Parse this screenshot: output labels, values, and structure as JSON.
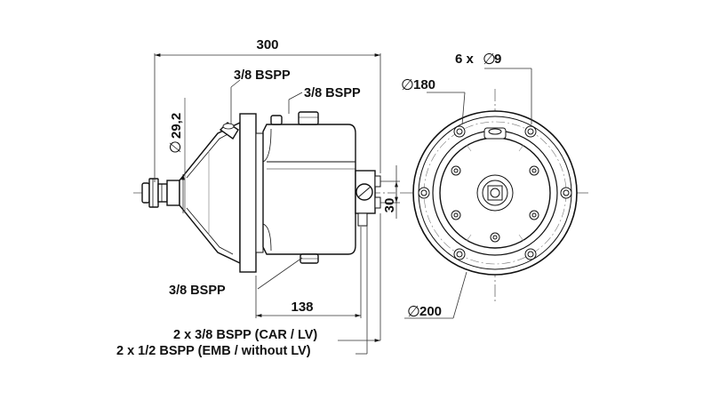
{
  "colors": {
    "line": "#111111",
    "thin": "#333333",
    "fill": "#ffffff",
    "shade": "#9a9a9a"
  },
  "dimensions": {
    "overall_length": "300",
    "offset_length": "138",
    "nozzle_diameter": "29,2",
    "port_spacing": "30",
    "bolt_circle": "180",
    "flange_diameter": "200",
    "bolt_holes": "6 x",
    "bolt_hole_size": "9",
    "diameter_symbol": "∅"
  },
  "ports": {
    "top_left": "3/8 BSPP",
    "top_right": "3/8 BSPP",
    "bottom": "3/8 BSPP",
    "side_car_lv": "2 x 3/8 BSPP (CAR / LV)",
    "side_emb": "2 x 1/2 BSPP (EMB / without LV)"
  }
}
